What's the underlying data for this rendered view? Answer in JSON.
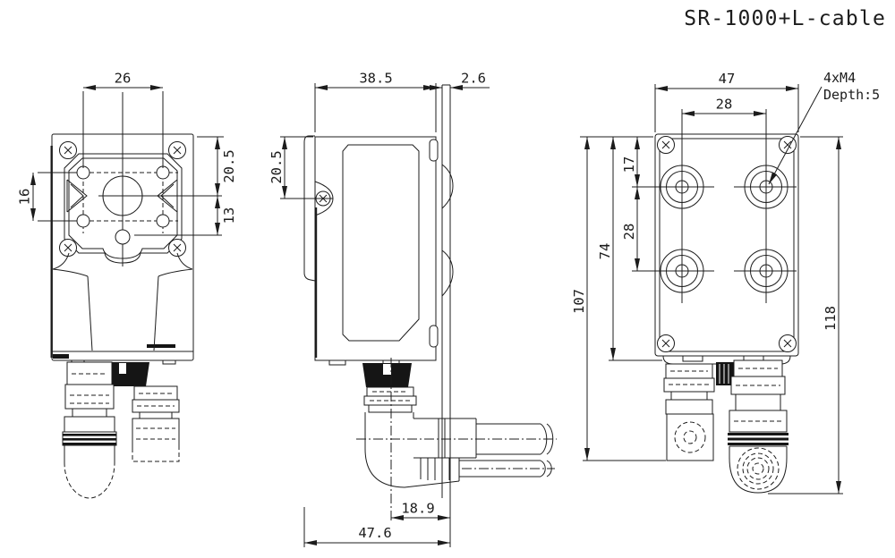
{
  "title": "SR-1000+L-cable",
  "colors": {
    "line": "#1c1c1c",
    "background": "#ffffff"
  },
  "views": {
    "front": {
      "dims": {
        "hole_pitch_h": "26",
        "hole_pitch_v": "16",
        "top_to_lens_center": "20.5",
        "lens_to_bottom_hole": "13"
      }
    },
    "side": {
      "dims": {
        "body_depth": "38.5",
        "bracket_thickness": "2.6",
        "top_to_screw": "20.5",
        "cable_center_to_rear": "18.9",
        "total_depth": "47.6"
      }
    },
    "rear": {
      "dims": {
        "body_width": "47",
        "hole_pitch_h": "28",
        "top_to_hole": "17",
        "hole_pitch_v": "28",
        "body_height": "74",
        "connector_height": "107",
        "total_height": "118"
      },
      "note": {
        "line1": "4xM4",
        "line2": "Depth:5"
      }
    }
  }
}
